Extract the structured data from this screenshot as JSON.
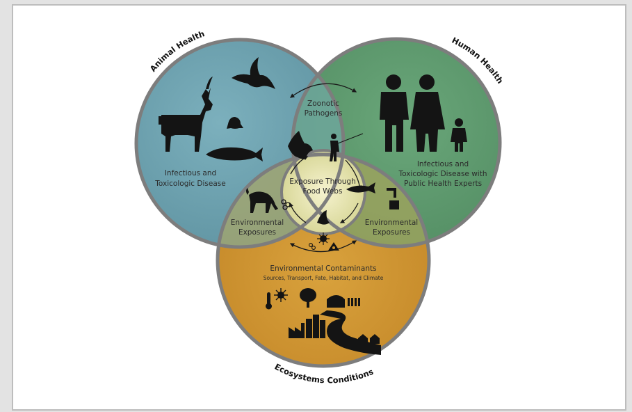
{
  "title_animal": "Animal Health",
  "title_human": "Human Health",
  "title_ecosystem": "Ecosystems Conditions",
  "label_animal_disease_1": "Infectious and",
  "label_animal_disease_2": "Toxicologic Disease",
  "label_human_disease_1": "Infectious and",
  "label_human_disease_2": "Toxicologic Disease with",
  "label_human_disease_3": "Public Health Experts",
  "label_zoonotic_1": "Zoonotic",
  "label_zoonotic_2": "Pathogens",
  "label_foodweb_1": "Exposure Through",
  "label_foodweb_2": "Food Webs",
  "label_env_left_1": "Environmental",
  "label_env_left_2": "Exposures",
  "label_env_right_1": "Environmental",
  "label_env_right_2": "Exposures",
  "label_contaminants": "Environmental Contaminants",
  "label_contaminants_sub": "Sources, Transport, Fate, Habitat, and Climate",
  "colors": {
    "animal": "#6fa3b0",
    "human": "#5e9a6e",
    "ecosystem": "#cf9530",
    "center": "#ece9b4",
    "ring": "#7d7d7d"
  }
}
